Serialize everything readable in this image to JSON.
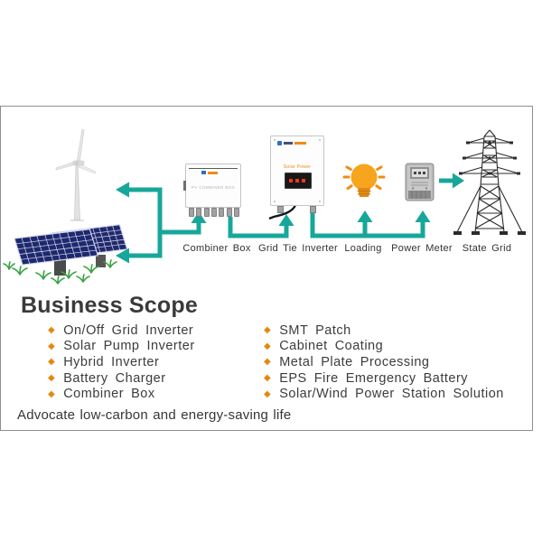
{
  "diagram": {
    "node_labels": {
      "combiner_box": "Combiner Box",
      "grid_tie_inverter": "Grid Tie Inverter",
      "loading": "Loading",
      "power_meter": "Power Meter",
      "state_grid": "State Grid"
    },
    "device_fine_print": {
      "combiner_box": "PV COMBINER BOX",
      "inverter": "Solar Power"
    }
  },
  "business_scope": {
    "title": "Business Scope",
    "bullet_glyph": "◆",
    "left_items": [
      "On/Off Grid Inverter",
      "Solar Pump Inverter",
      "Hybrid Inverter",
      "Battery Charger",
      "Combiner Box"
    ],
    "right_items": [
      "SMT Patch",
      "Cabinet Coating",
      "Metal Plate Processing",
      "EPS Fire Emergency Battery",
      "Solar/Wind Power Station Solution"
    ],
    "tagline": "Advocate low-carbon and energy-saving life"
  },
  "colors": {
    "arrow_teal": "#17A79A",
    "bullet_orange": "#E8860D",
    "panel_navy": "#20296F",
    "grass_green": "#3AA344",
    "bulb_orange": "#F7A51D",
    "text_dark": "#3C3C3C",
    "frame_border": "#8E8E8E"
  }
}
